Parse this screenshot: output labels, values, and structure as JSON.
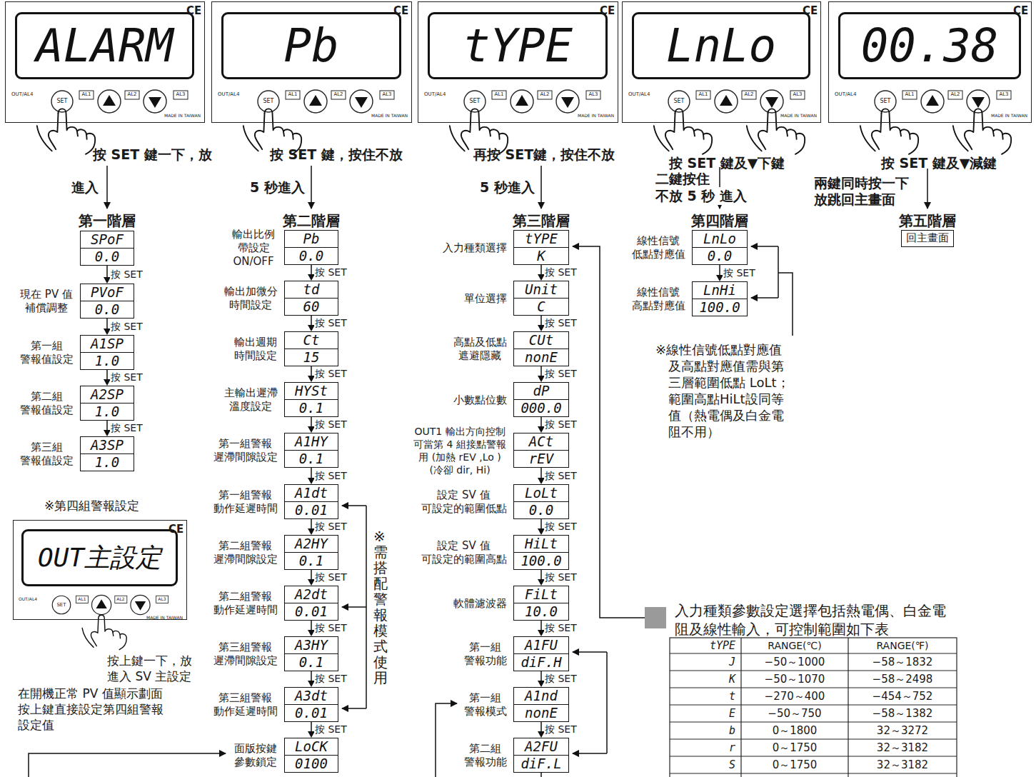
{
  "diagram": {
    "nodes": [
      {
        "text": [
          "ALARM"
        ]
      },
      {
        "text": [
          "Pb"
        ]
      },
      {
        "text": [
          "tYPE"
        ]
      },
      {
        "text": [
          "LnLo"
        ]
      },
      {
        "text": [
          "00.38"
        ]
      },
      {
        "text": [
          "SPoF",
          "0.0"
        ]
      },
      {
        "text": [
          "現在 PV 值 補償調整",
          "PVoF",
          "0.0"
        ]
      },
      {
        "text": [
          "第一組 警報值設定",
          "A1SP",
          "1.0"
        ]
      },
      {
        "text": [
          "第二組 警報值設定",
          "A2SP",
          "1.0"
        ]
      },
      {
        "text": [
          "第三組 警報值設定",
          "A3SP",
          "1.0"
        ]
      },
      {
        "text": [
          "OUT主設定"
        ]
      },
      {
        "text": [
          "輸出比例 帶設定 ON/OFF",
          "Pb",
          "0.0"
        ]
      },
      {
        "text": [
          "輸出加微分 時間設定",
          "td",
          "60"
        ]
      },
      {
        "text": [
          "輸出週期 時間設定",
          "Ct",
          "15"
        ]
      },
      {
        "text": [
          "主輸出遲滯 溫度設定",
          "HYSt",
          "0.1"
        ]
      },
      {
        "text": [
          "第一組警報 遲滯間隙設定",
          "A1HY",
          "0.1"
        ]
      },
      {
        "text": [
          "第一組警報 動作延遲時間",
          "A1dt",
          "0.01"
        ]
      },
      {
        "text": [
          "第二組警報 遲滯間隙設定",
          "A2HY",
          "0.1"
        ]
      },
      {
        "text": [
          "第二組警報 動作延遲時間",
          "A2dt",
          "0.01"
        ]
      },
      {
        "text": [
          "第三組警報 遲滯間隙設定",
          "A3HY",
          "0.1"
        ]
      },
      {
        "text": [
          "第三組警報 動作延遲時間",
          "A3dt",
          "0.01"
        ]
      },
      {
        "text": [
          "面版按鍵 參數鎖定",
          "LoCK",
          "0100"
        ]
      },
      {
        "text": [
          "入力種類選擇",
          "tYPE",
          "K"
        ]
      },
      {
        "text": [
          "單位選擇",
          "Unit",
          "C"
        ]
      },
      {
        "text": [
          "高點及低點 遮避隱藏",
          "CUt",
          "nonE"
        ]
      },
      {
        "text": [
          "小數點位數",
          "dP",
          "000.0"
        ]
      },
      {
        "text": [
          "OUT1 輸出方向控制 可當第 4 組接點警報 用 (加熱 rEV ,Lo ) (冷卻 dir, Hi)",
          "ACt",
          "rEV"
        ]
      },
      {
        "text": [
          "設定 SV 值 可設定的範圍低點",
          "LoLt",
          "0.0"
        ]
      },
      {
        "text": [
          "設定 SV 值 可設定的範圍高點",
          "HiLt",
          "100.0"
        ]
      },
      {
        "text": [
          "軟體濾波器",
          "FiLt",
          "10.0"
        ]
      },
      {
        "text": [
          "第一組 警報功能",
          "A1FU",
          "diF.H"
        ]
      },
      {
        "text": [
          "第一組 警報模式",
          "A1nd",
          "nonE"
        ]
      },
      {
        "text": [
          "第二組 警報功能",
          "A2FU",
          "diF.L"
        ]
      },
      {
        "text": [
          "線性信號 低點對應值",
          "LnLo",
          "0.0"
        ]
      },
      {
        "text": [
          "線性信號 高點對應值",
          "LnHi",
          "100.0"
        ]
      },
      {
        "text": [
          "回主畫面"
        ]
      }
    ],
    "edges": [
      {
        "from": 5,
        "to": 6,
        "label": "按 SET",
        "arrow": "to"
      },
      {
        "from": 6,
        "to": 7,
        "label": "按 SET",
        "arrow": "to"
      },
      {
        "from": 7,
        "to": 8,
        "label": "按 SET",
        "arrow": "to"
      },
      {
        "from": 8,
        "to": 9,
        "label": "按 SET",
        "arrow": "to"
      },
      {
        "from": 11,
        "to": 12,
        "label": "按 SET",
        "arrow": "to"
      },
      {
        "from": 12,
        "to": 13,
        "label": "按 SET",
        "arrow": "to"
      },
      {
        "from": 13,
        "to": 14,
        "label": "按 SET",
        "arrow": "to"
      },
      {
        "from": 14,
        "to": 15,
        "label": "按 SET",
        "arrow": "to"
      },
      {
        "from": 15,
        "to": 16,
        "label": "按 SET",
        "arrow": "to"
      },
      {
        "from": 16,
        "to": 17,
        "label": "按 SET",
        "arrow": "to"
      },
      {
        "from": 17,
        "to": 18,
        "label": "按 SET",
        "arrow": "to"
      },
      {
        "from": 18,
        "to": 19,
        "label": "按 SET",
        "arrow": "to"
      },
      {
        "from": 19,
        "to": 20,
        "label": "按 SET",
        "arrow": "to"
      },
      {
        "from": 20,
        "to": 21,
        "label": "按 SET",
        "arrow": "to"
      },
      {
        "from": 22,
        "to": 23,
        "label": "按 SET",
        "arrow": "to"
      },
      {
        "from": 23,
        "to": 24,
        "label": "按 SET",
        "arrow": "to"
      },
      {
        "from": 24,
        "to": 25,
        "label": "按 SET",
        "arrow": "to"
      },
      {
        "from": 25,
        "to": 26,
        "label": "按 SET",
        "arrow": "to"
      },
      {
        "from": 26,
        "to": 27,
        "label": "按 SET",
        "arrow": "to"
      },
      {
        "from": 27,
        "to": 28,
        "label": "按 SET",
        "arrow": "to"
      },
      {
        "from": 28,
        "to": 29,
        "label": "按 SET",
        "arrow": "to"
      },
      {
        "from": 29,
        "to": 30,
        "label": "按 SET",
        "arrow": "to"
      },
      {
        "from": 30,
        "to": 31,
        "label": "按 SET",
        "arrow": "to"
      },
      {
        "from": 31,
        "to": 32,
        "label": "按 SET",
        "arrow": "to"
      },
      {
        "from": 33,
        "to": 34,
        "label": "按 SET",
        "arrow": "to"
      }
    ],
    "labels": [
      "CE",
      "OUT/AL4",
      "SET",
      "AL1",
      "AL2",
      "AL3",
      "MADE IN TAIWAN",
      "CE",
      "OUT/AL4",
      "SET",
      "AL1",
      "AL2",
      "AL3",
      "MADE IN TAIWAN",
      "CE",
      "OUT/AL4",
      "SET",
      "AL1",
      "AL2",
      "AL3",
      "MADE IN TAIWAN",
      "CE",
      "OUT/AL4",
      "SET",
      "AL1",
      "AL2",
      "AL3",
      "MADE IN TAIWAN",
      "CE",
      "OUT/AL4",
      "SET",
      "AL1",
      "AL2",
      "AL3",
      "MADE IN TAIWAN",
      "CE",
      "OUT/AL4",
      "SET",
      "AL1",
      "AL2",
      "AL3",
      "MADE IN TAIWAN",
      "按 SET 鍵一下，放",
      "進入",
      "第一階層",
      "按 SET 鍵，按住不放",
      "5 秒進入",
      "第二階層",
      "再按 SET鍵，按住不放",
      "5 秒進入",
      "第三階層",
      "按 SET 鍵及▼下鍵",
      "二鍵按住",
      "不放 5 秒 進入",
      "第四階層",
      "按 SET 鍵及▼減鍵",
      "兩鍵同時按一下",
      "放跳回主畫面",
      "第五階層",
      "※第四組警報設定",
      "按上鍵一下，放 進入 SV 主設定",
      "在開機正常 PV 值顯示劃面 按上鍵直接設定第四組警報 設定值",
      "※需搭配警報模式使用",
      "※線性信號低點對應值 及高點對應值需與第 三層範圍低點 LoLt； 範圍高點HiLt設同等 值（熱電偶及白金電 阻不用）",
      "入力種類參數設定選擇包括熱電偶、白金電阻及線性輸入，可控制範圍如下表",
      "tYPE",
      "RANGE(℃)",
      "RANGE(℉)",
      "J",
      "−50～1000",
      "−58～1832",
      "K",
      "−50～1070",
      "−58～2498",
      "t",
      "−270～400",
      "−454～752",
      "E",
      "−50～750",
      "−58～1382",
      "b",
      "0～1800",
      "32～3272",
      "r",
      "0～1750",
      "32～3182",
      "S",
      "0～1750",
      "32～3182"
    ]
  }
}
